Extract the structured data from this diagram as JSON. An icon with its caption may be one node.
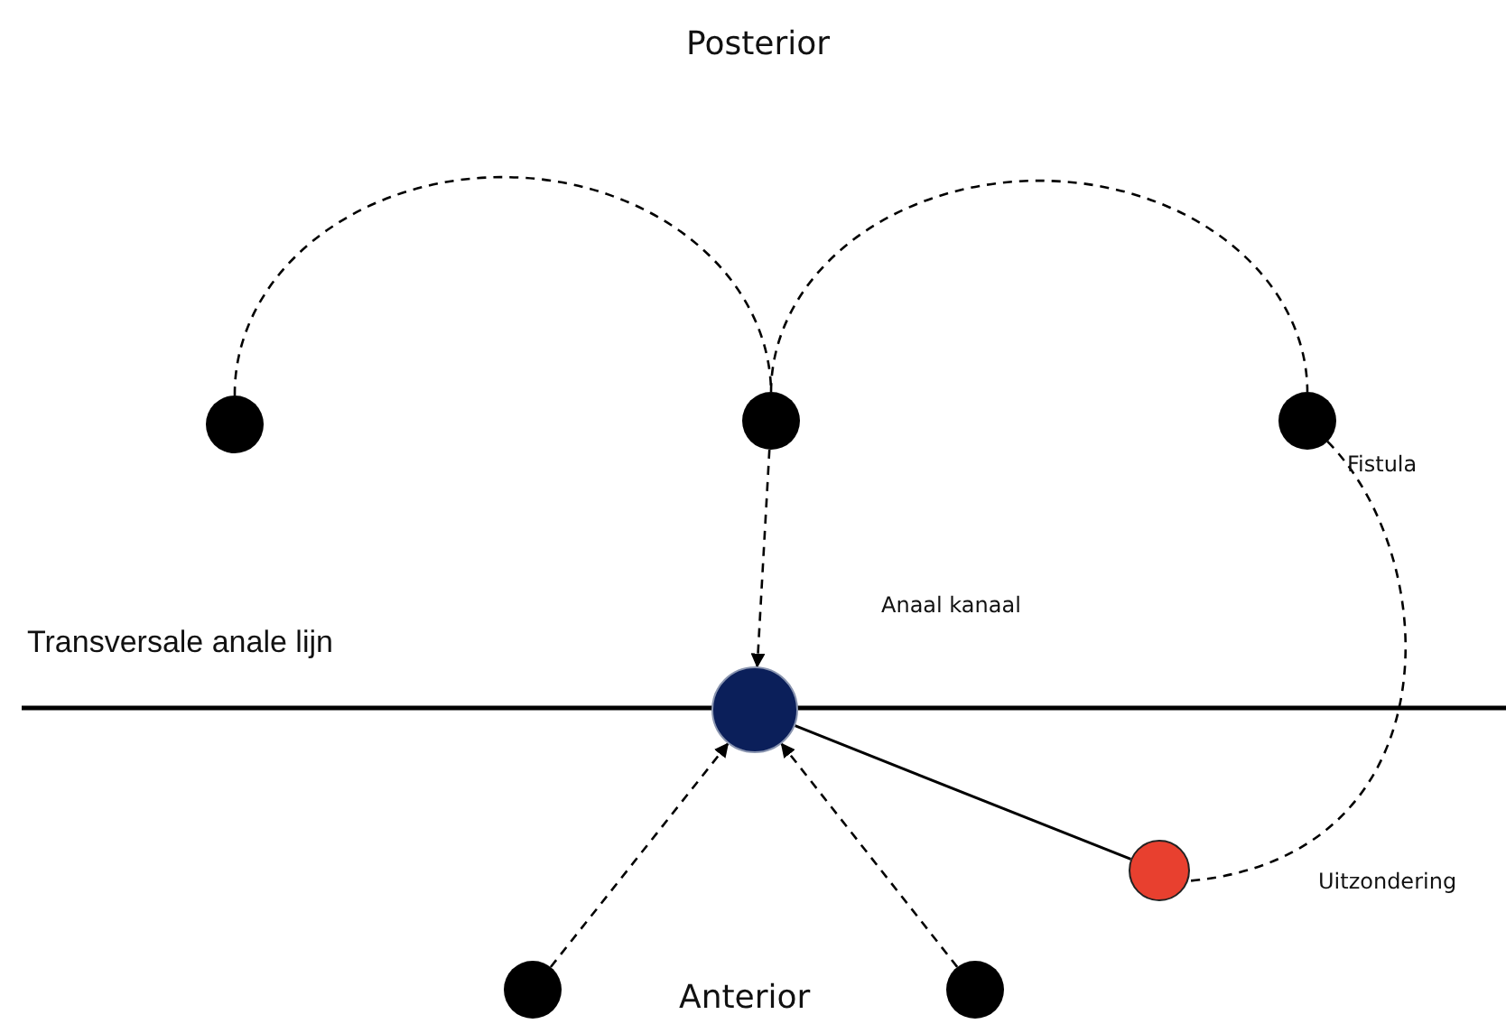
{
  "diagram": {
    "nodes": [
      {
        "text": [],
        "shape": "circle"
      },
      {
        "text": [],
        "shape": "circle"
      },
      {
        "text": [],
        "shape": "circle"
      },
      {
        "text": [],
        "shape": "circle"
      },
      {
        "text": [],
        "shape": "circle"
      },
      {
        "text": [],
        "shape": "circle"
      },
      {
        "text": [],
        "shape": "circle"
      }
    ],
    "edges": [
      {
        "from": 0,
        "to": 1,
        "arrow": "none",
        "style": "dashed"
      },
      {
        "from": 1,
        "to": 2,
        "arrow": "none",
        "style": "dashed"
      },
      {
        "from": 1,
        "to": 3,
        "arrow": "to",
        "style": "dashed"
      },
      {
        "from": 5,
        "to": 3,
        "arrow": "to",
        "style": "dashed"
      },
      {
        "from": 6,
        "to": 3,
        "arrow": "to",
        "style": "dashed"
      },
      {
        "from": 3,
        "to": 4,
        "arrow": "none"
      },
      {
        "from": 2,
        "to": 4,
        "arrow": "none",
        "style": "dashed"
      }
    ],
    "labels": [
      "Posterior",
      "Fistula",
      "Anaal kanaal",
      "Transversale anale lijn",
      "Uitzondering",
      "Anterior"
    ]
  }
}
